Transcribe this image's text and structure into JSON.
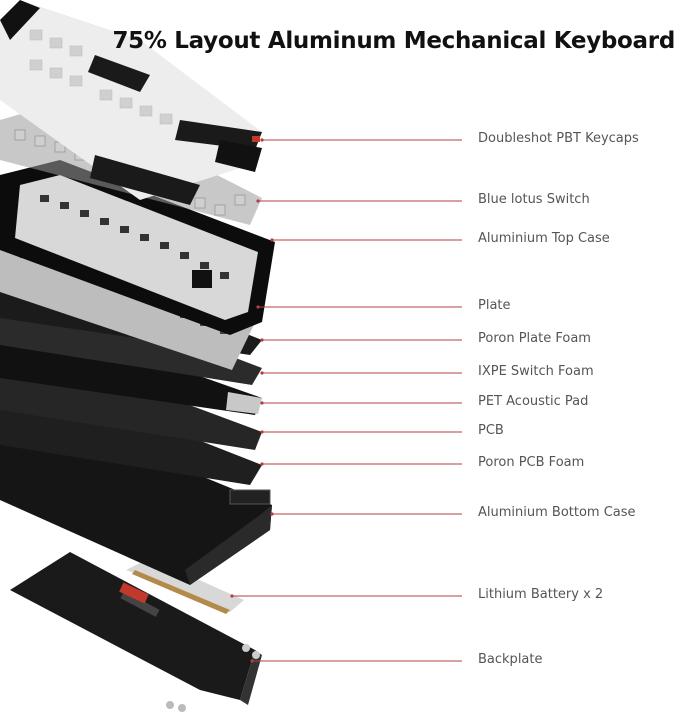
{
  "title": "75% Layout Aluminum Mechanical Keyboard",
  "accent_color": "#b04040",
  "layers": [
    {
      "label": "Doubleshot PBT Keycaps"
    },
    {
      "label": "Blue lotus Switch"
    },
    {
      "label": "Aluminium Top Case"
    },
    {
      "label": "Plate"
    },
    {
      "label": "Poron Plate Foam"
    },
    {
      "label": "IXPE Switch Foam"
    },
    {
      "label": "PET Acoustic Pad"
    },
    {
      "label": "PCB"
    },
    {
      "label": "Poron PCB Foam"
    },
    {
      "label": "Aluminium Bottom Case"
    },
    {
      "label": "Lithium Battery x 2"
    },
    {
      "label": "Backplate"
    }
  ]
}
